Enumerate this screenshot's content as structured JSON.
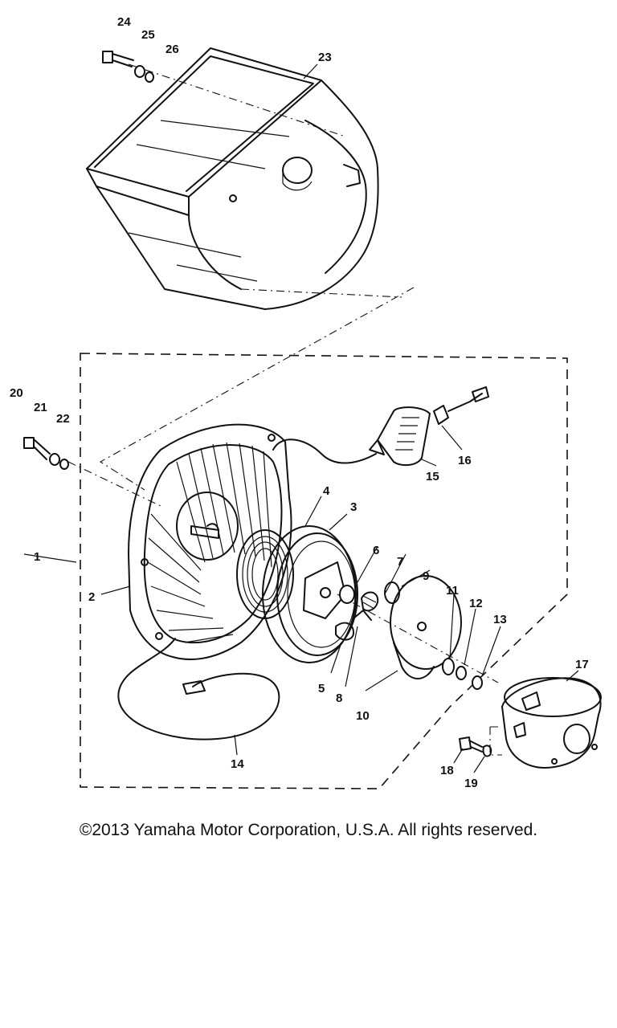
{
  "copyright": "©2013 Yamaha Motor Corporation, U.S.A. All rights reserved.",
  "part_numbers": [
    "1",
    "2",
    "3",
    "4",
    "5",
    "6",
    "7",
    "8",
    "9",
    "10",
    "11",
    "12",
    "13",
    "14",
    "15",
    "16",
    "17",
    "18",
    "19",
    "20",
    "21",
    "22",
    "23",
    "24",
    "25",
    "26"
  ]
}
